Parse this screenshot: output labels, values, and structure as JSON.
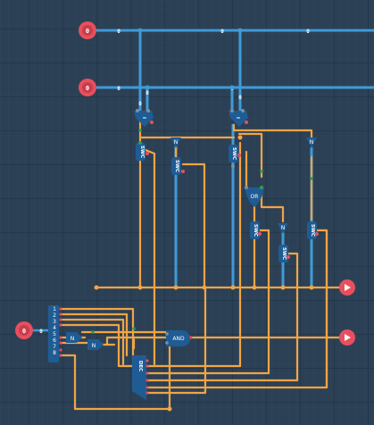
{
  "canvas": {
    "background": "#2c4055",
    "grid_minor": "#34495e",
    "grid_major": "#263a4d"
  },
  "colors": {
    "wire_blue": "#3e9bd8",
    "wire_orange": "#f1a544",
    "gate": "#1f5c94",
    "io_pad": "#e84f5e",
    "pin_red": "#e84f5e",
    "pin_green": "#2e9e50"
  },
  "inputs": [
    {
      "name": "input-a",
      "value": "0"
    },
    {
      "name": "input-b",
      "value": "0"
    },
    {
      "name": "input-c",
      "value": "0"
    }
  ],
  "bus_values": {
    "top_1": "0",
    "top_2": "0",
    "top_3": "0",
    "mid": "0"
  },
  "tap_values": {
    "left_a": "0",
    "left_b": "0",
    "right_a": "0",
    "right_b": "0"
  },
  "gates": {
    "eq_left": "=",
    "eq_right": "=",
    "not": "N",
    "swc": "SWC",
    "or": "OR",
    "and": "AND",
    "dec": "DEC"
  },
  "splitter_pins": [
    "1",
    "2",
    "3",
    "4",
    "5",
    "6",
    "7",
    "8"
  ],
  "outputs": [
    {
      "name": "output-top",
      "icon": "play-arrow-icon"
    },
    {
      "name": "output-bottom",
      "icon": "play-arrow-icon"
    }
  ]
}
